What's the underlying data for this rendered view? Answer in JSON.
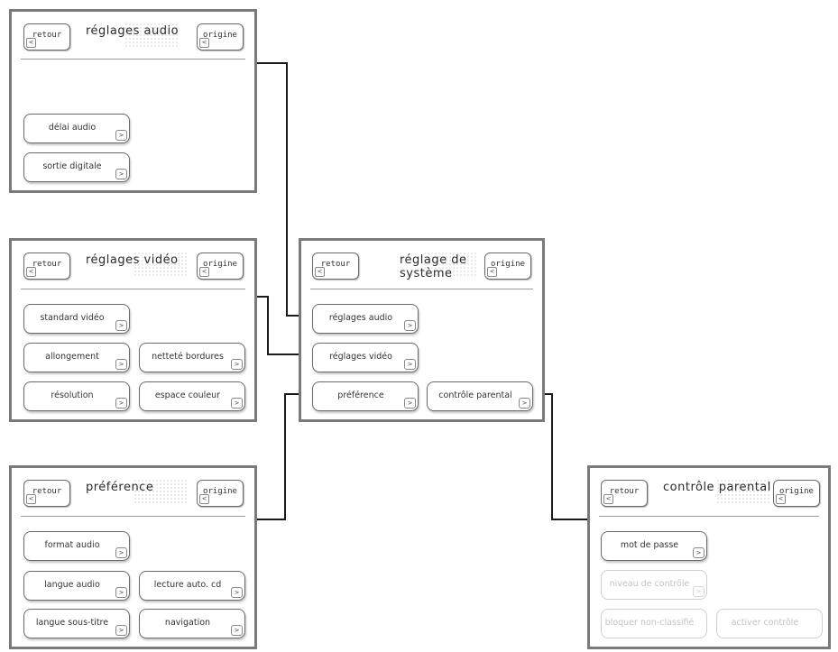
{
  "panels": {
    "audio": {
      "title": "réglages audio",
      "back": "retour",
      "home": "origine",
      "buttons": [
        "délai audio",
        "sortie digitale"
      ]
    },
    "video": {
      "title": "réglages vidéo",
      "back": "retour",
      "home": "origine",
      "buttons": [
        "standard vidéo",
        "allongement",
        "netteté bordures",
        "résolution",
        "espace couleur"
      ]
    },
    "system": {
      "title_line1": "réglage de",
      "title_line2": "système",
      "back": "retour",
      "home": "origine",
      "buttons": [
        "réglages audio",
        "réglages vidéo",
        "préférence",
        "contrôle parental"
      ]
    },
    "preference": {
      "title": "préférence",
      "back": "retour",
      "home": "origine",
      "buttons": [
        "format audio",
        "langue audio",
        "lecture auto. cd",
        "langue sous-titre",
        "navigation"
      ]
    },
    "parental": {
      "title": "contrôle parental",
      "back": "retour",
      "home": "origine",
      "buttons": [
        "mot de passe",
        "niveau de contrôle",
        "bloquer non-classifié",
        "activer contrôle"
      ]
    }
  },
  "glyphs": {
    "back_arrow": "<",
    "next_arrow": ">"
  },
  "colors": {
    "frame": "#7a7a7a",
    "connector": "#1a1a1a",
    "disabled_text": "#c2c2c2"
  }
}
